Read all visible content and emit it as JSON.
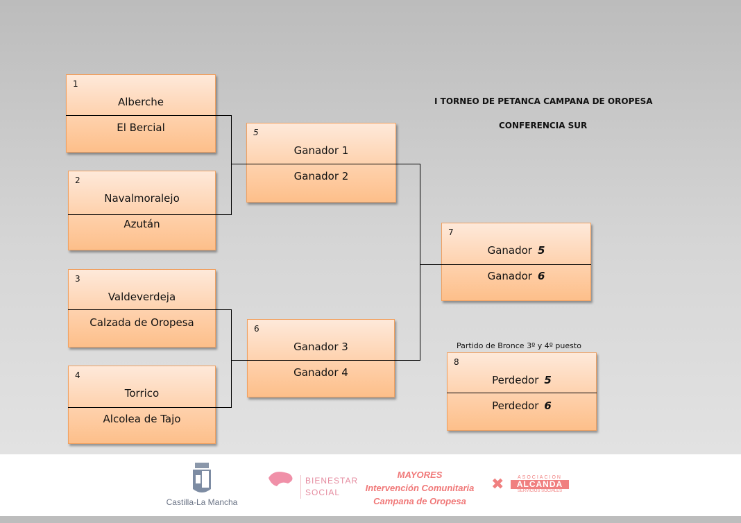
{
  "title": "I TORNEO DE PETANCA CAMPANA DE OROPESA",
  "subtitle": "CONFERENCIA SUR",
  "bronze_label": "Partido de Bronce 3º y 4º puesto",
  "matches": [
    {
      "num": "1",
      "a": "Alberche",
      "b": "El Bercial"
    },
    {
      "num": "2",
      "a": "Navalmoralejo",
      "b": "Azután"
    },
    {
      "num": "3",
      "a": "Valdeverdeja",
      "b": "Calzada de Oropesa"
    },
    {
      "num": "4",
      "a": "Torrico",
      "b": "Alcolea de Tajo"
    },
    {
      "num": "5",
      "a": "Ganador 1",
      "b": "Ganador 2"
    },
    {
      "num": "6",
      "a": "Ganador 3",
      "b": "Ganador 4"
    },
    {
      "num": "7",
      "a": "Ganador",
      "a_ref": "5",
      "b": "Ganador",
      "b_ref": "6"
    },
    {
      "num": "8",
      "a": "Perdedor",
      "a_ref": "5",
      "b": "Perdedor",
      "b_ref": "6"
    }
  ],
  "footer": {
    "clm": "Castilla-La Mancha",
    "bienestar1": "BIENESTAR",
    "bienestar2": "SOCIAL",
    "mayores1": "MAYORES",
    "mayores2": "Intervención Comunitaria",
    "mayores3": "Campana de Oropesa",
    "alc1": "ASOCIACION",
    "alc2": "ALCANDA",
    "alc3": "SERVICIOS SOCIALES"
  },
  "colors": {
    "accent": "#f08070",
    "box_border": "#f0a060"
  }
}
